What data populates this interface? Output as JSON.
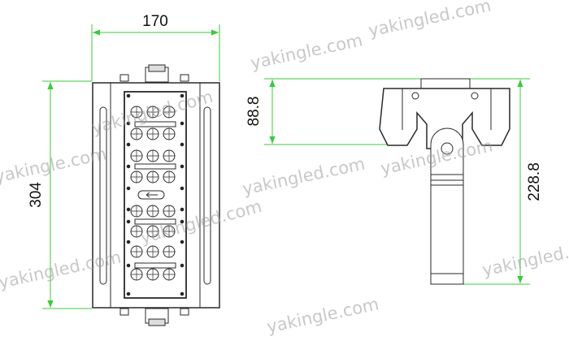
{
  "dimensions": {
    "width": "170",
    "height": "304",
    "housing_depth": "88.8",
    "total_depth": "228.8"
  },
  "colors": {
    "dimension_line": "#3cc83c",
    "drawing_line": "#2a2a2a",
    "watermark": "#9a9a9a"
  },
  "watermarks": [
    "yakingled.com",
    "yakingle.com",
    "yakingled.com",
    "yakingle.com",
    "yakingled.com",
    "yakingle.com",
    "yakingled.com",
    "yakingled.com",
    "yakingle.com",
    "yakingled.com"
  ]
}
